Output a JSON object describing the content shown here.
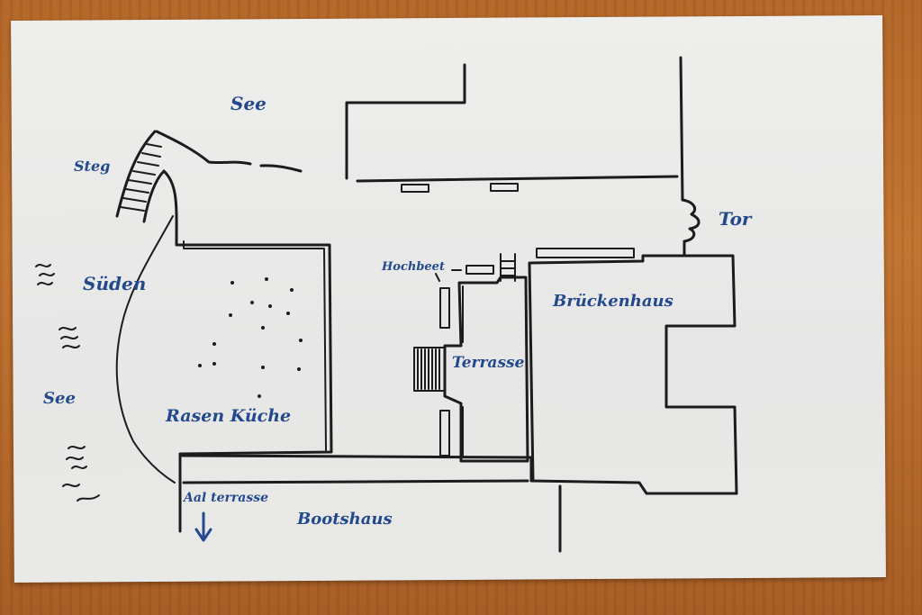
{
  "labels": {
    "see_top": "See",
    "steg": "Steg",
    "sueden": "Süden",
    "see_left": "See",
    "tor": "Tor",
    "hochbeet": "Hochbeet",
    "brueckenhaus": "Brückenhaus",
    "terrasse": "Terrasse",
    "rasen_kueche": "Rasen Küche",
    "aal_terrasse": "Aal terrasse",
    "bootshaus": "Bootshaus"
  },
  "colors": {
    "ink": "#1c1c1c",
    "label": "#23498c",
    "paper": "#e9e9e7",
    "table": "#b86a2c"
  }
}
